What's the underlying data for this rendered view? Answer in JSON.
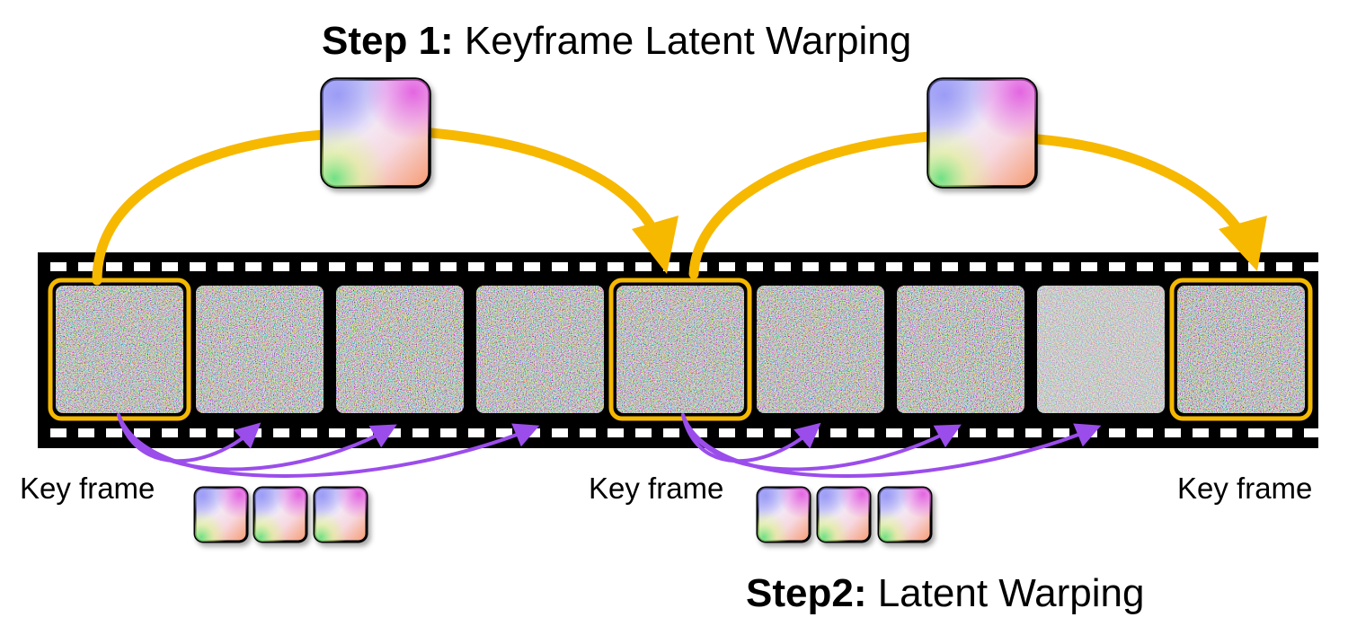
{
  "step1": {
    "bold": "Step 1:",
    "text": " Keyframe Latent Warping"
  },
  "step2": {
    "bold": "Step2:",
    "text": " Latent Warping"
  },
  "labels": {
    "key_frame_1": "Key frame",
    "key_frame_2": "Key frame",
    "key_frame_3": "Key frame"
  },
  "frames": {
    "count": 9,
    "keyframes": [
      0,
      4,
      8
    ]
  },
  "colors": {
    "keyframe_border": "#F5B800",
    "step1_arrow": "#F7B800",
    "step2_arrow": "#9B4DEB",
    "film": "#000000"
  },
  "icons": {
    "flow_thumb": "optical-flow-thumbnail-icon",
    "noise": "noise-latent-frame"
  }
}
